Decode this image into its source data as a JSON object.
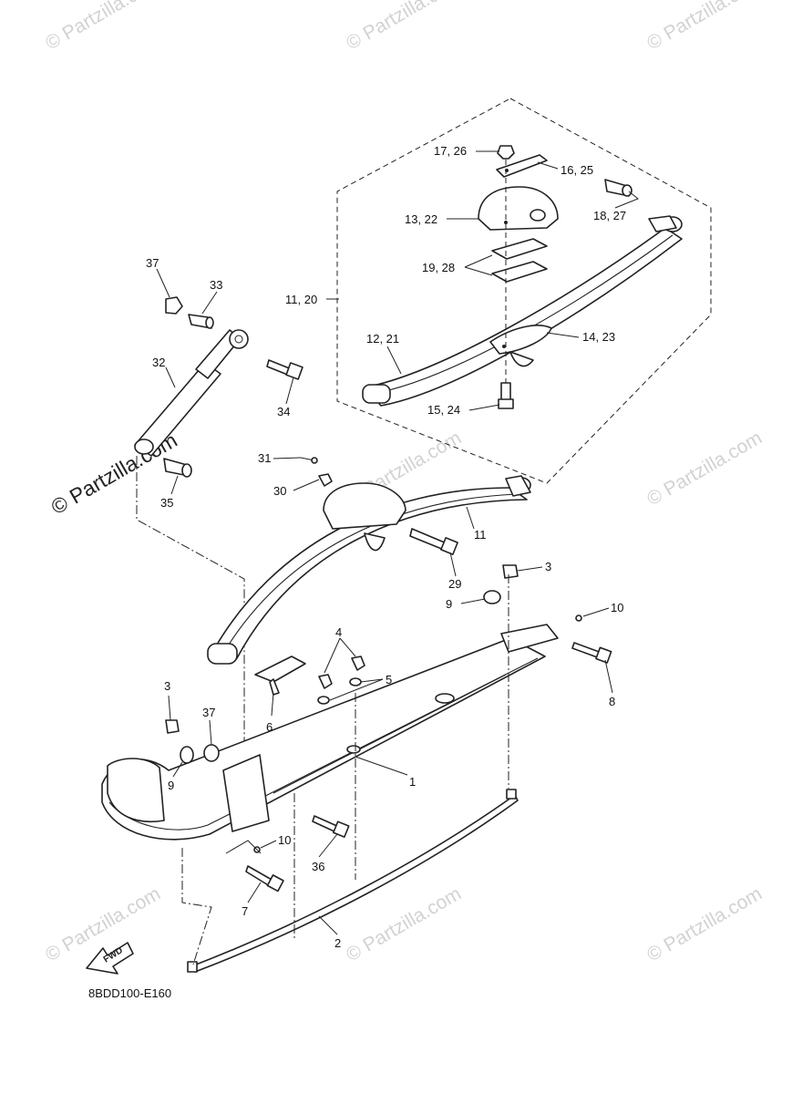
{
  "watermark": {
    "text": "© Partzilla.com",
    "main_text": "© Partzilla.com",
    "color": "#d2d2d2"
  },
  "diagram_code": "8BDD100-E160",
  "fwd_label": "FWD",
  "callouts": {
    "c1": "1",
    "c2": "2",
    "c3a": "3",
    "c3b": "3",
    "c4": "4",
    "c5": "5",
    "c6": "6",
    "c7": "7",
    "c8": "8",
    "c9a": "9",
    "c9b": "9",
    "c10a": "10",
    "c10b": "10",
    "c11": "11",
    "c11_20": "11, 20",
    "c12_21": "12, 21",
    "c13_22": "13, 22",
    "c14_23": "14, 23",
    "c15_24": "15, 24",
    "c16_25": "16, 25",
    "c17_26": "17, 26",
    "c18_27": "18, 27",
    "c19_28": "19, 28",
    "c29": "29",
    "c30": "30",
    "c31": "31",
    "c32": "32",
    "c33": "33",
    "c34": "34",
    "c35": "35",
    "c36": "36",
    "c37a": "37",
    "c37b": "37"
  }
}
